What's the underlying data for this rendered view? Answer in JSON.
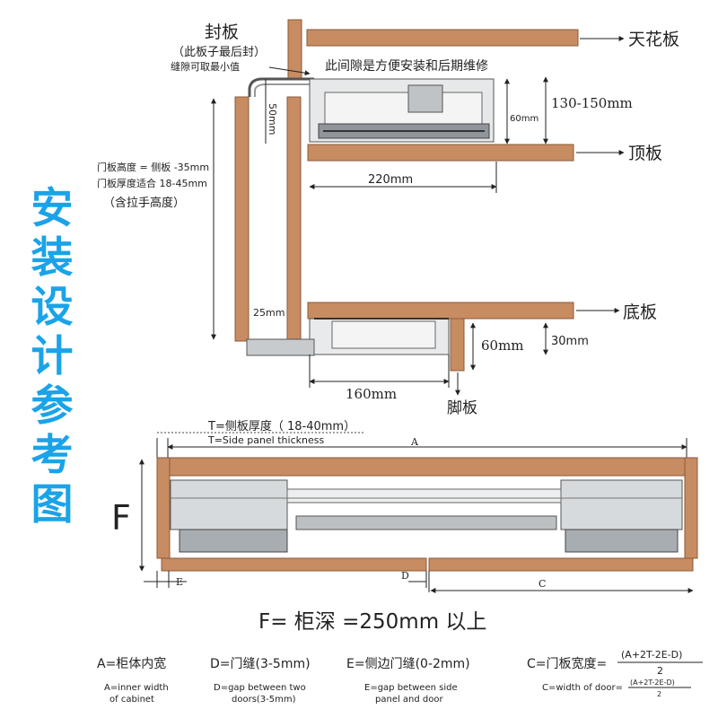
{
  "side_title": [
    "安",
    "装",
    "设",
    "计",
    "参",
    "考",
    "图"
  ],
  "top_view": {
    "cover_board": "封板",
    "cover_note": "（此板子最后封）",
    "gap_note": "缝隙可取最小值",
    "ceiling": "天花板",
    "service_gap_note": "此间隙是方便安装和后期维修",
    "dim_130_150": "130-150mm",
    "dim_60_small": "60mm",
    "dim_50": "50mm",
    "top_board": "顶板",
    "dim_220": "220mm",
    "door_height": "门板高度 = 侧板 -35mm",
    "door_thickness": "门板厚度适合 18-45mm",
    "handle_note": "（含拉手高度）",
    "dim_25": "25mm",
    "bottom_board": "底板",
    "dim_60": "60mm",
    "dim_30": "30mm",
    "dim_160": "160mm",
    "kick_board": "脚板"
  },
  "plan_view": {
    "t_cn": "T=侧板厚度（ 18-40mm）",
    "t_en": "T=Side panel thickness",
    "label_a": "A",
    "label_f": "F",
    "label_e": "E",
    "label_d": "D",
    "label_c": "C"
  },
  "formula_depth": "F= 柜深 =250mm 以上",
  "legend": {
    "a_cn": "A=柜体内宽",
    "a_en_1": "A=inner width",
    "a_en_2": "of cabinet",
    "d_cn": "D=门缝(3-5mm)",
    "d_en_1": "D=gap between two",
    "d_en_2": "doors(3-5mm)",
    "e_cn": "E=侧边门缝(0-2mm)",
    "e_en_1": "E=gap between side",
    "e_en_2": "panel and door",
    "c_cn": "C=门板宽度=",
    "c_num": "(A+2T-2E-D)",
    "c_den": "2",
    "c_en": "C=width of door=",
    "c_en_num": "(A+2T-2E-D)",
    "c_en_den": "2"
  },
  "colors": {
    "wood": "#c88c62",
    "wood_edge": "#8a5a38",
    "accent_blue": "#1aa3e8",
    "metal": "#cfd3d6"
  }
}
